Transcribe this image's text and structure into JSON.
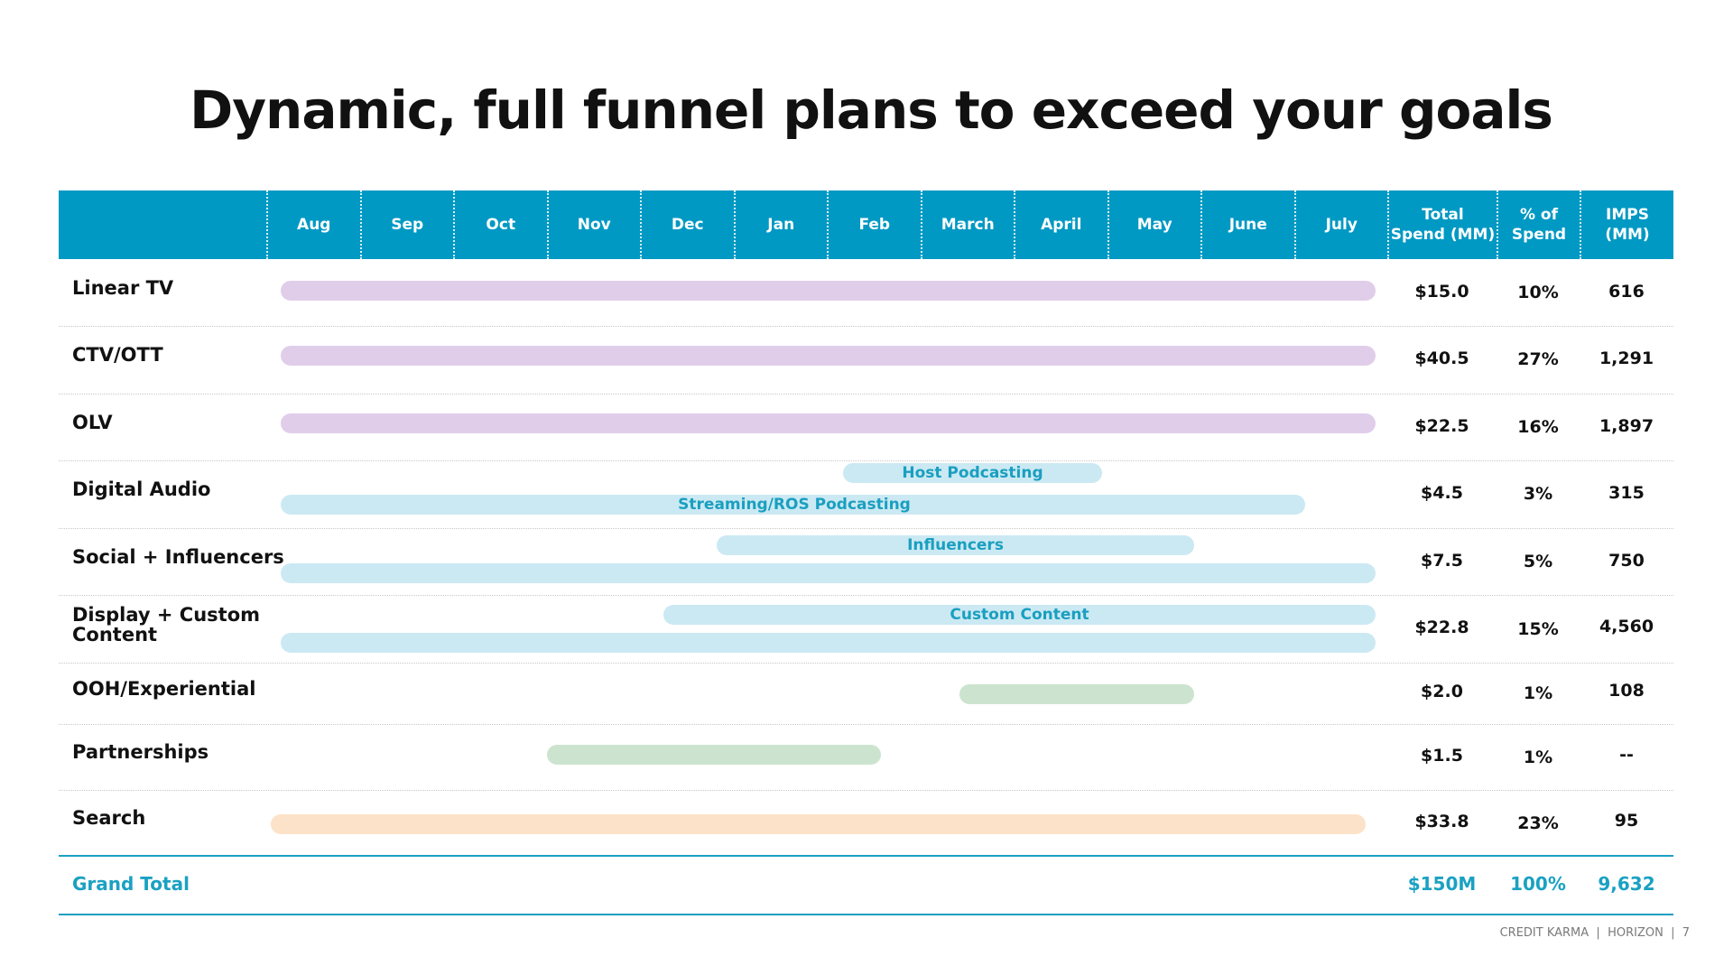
{
  "title": "Dynamic, full funnel plans to exceed your goals",
  "months": [
    "Aug",
    "Sep",
    "Oct",
    "Nov",
    "Dec",
    "Jan",
    "Feb",
    "March",
    "April",
    "May",
    "June",
    "July"
  ],
  "columns": {
    "total_spend": [
      "Total",
      "Spend (MM)"
    ],
    "pct_spend": [
      "% of",
      "Spend"
    ],
    "imps": [
      "IMPS",
      "(MM)"
    ]
  },
  "rows": [
    {
      "label": "Linear TV",
      "spend": "$15.0",
      "pct": "10%",
      "imps": "616"
    },
    {
      "label": "CTV/OTT",
      "spend": "$40.5",
      "pct": "27%",
      "imps": "1,291"
    },
    {
      "label": "OLV",
      "spend": "$22.5",
      "pct": "16%",
      "imps": "1,897"
    },
    {
      "label": "Digital Audio",
      "spend": "$4.5",
      "pct": "3%",
      "imps": "315"
    },
    {
      "label": "Social + Influencers",
      "spend": "$7.5",
      "pct": "5%",
      "imps": "750"
    },
    {
      "label": "Display + Custom Content",
      "spend": "$22.8",
      "pct": "15%",
      "imps": "4,560"
    },
    {
      "label": "OOH/Experiential",
      "spend": "$2.0",
      "pct": "1%",
      "imps": "108"
    },
    {
      "label": "Partnerships",
      "spend": "$1.5",
      "pct": "1%",
      "imps": "--"
    },
    {
      "label": "Search",
      "spend": "$33.8",
      "pct": "23%",
      "imps": "95"
    }
  ],
  "bar_labels": {
    "host_podcasting": "Host Podcasting",
    "streaming_ros": "Streaming/ROS Podcasting",
    "influencers": "Influencers",
    "custom_content": "Custom Content"
  },
  "grand_total": {
    "label": "Grand Total",
    "spend": "$150M",
    "pct": "100%",
    "imps": "9,632"
  },
  "footer": "CREDIT KARMA  |  HORIZON  |  7",
  "colors": {
    "header": "#0099c4",
    "accent_text": "#1aa1c2",
    "tv_video": "#e0cdea",
    "digital": "#cbe9f3",
    "ooh_partnerships": "#cce4cf",
    "search": "#fce2c8"
  }
}
